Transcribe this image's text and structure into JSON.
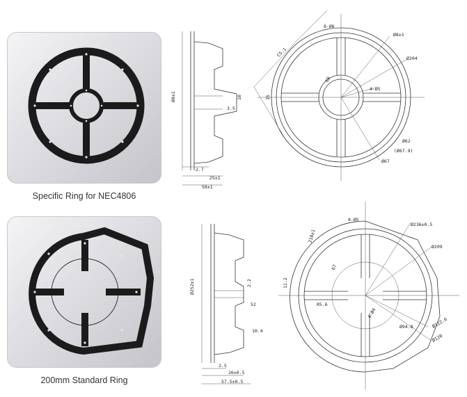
{
  "captions": {
    "top": "Specific Ring for NEC4806",
    "bottom": "200mm Standard Ring"
  },
  "top_side_dims": {
    "height": "Ø8±1",
    "d1": "3.5",
    "d2": "2.7",
    "d3": "25±1",
    "d4": "58±1",
    "d5": "10"
  },
  "top_front_dims": {
    "holes": "8-Ø6",
    "c": "C5.1",
    "d1": "Ø8±1",
    "d2": "Ø204",
    "d3": "4-Ø5",
    "d4": "Ø62",
    "d5": "(Ø67.9)",
    "d6": "Ø67",
    "d7": "15",
    "d8": "60"
  },
  "bottom_side_dims": {
    "height": "Ø252±1",
    "d1": "2.2",
    "d2": "52",
    "d3": "10.4",
    "d4": "2.5",
    "d5": "26±0.5",
    "d6": "57.5±0.5"
  },
  "bottom_front_dims": {
    "holes": "8-Ø5",
    "d1": "Ø236±0.5",
    "d2": "Ø209",
    "d3": "218±1",
    "d4": "11.2",
    "d5": "R5.6",
    "d6": "67",
    "d7": "Ø94.8",
    "d8": "4-Ø4",
    "d9": "Ø122.6",
    "d10": "Ø120"
  }
}
